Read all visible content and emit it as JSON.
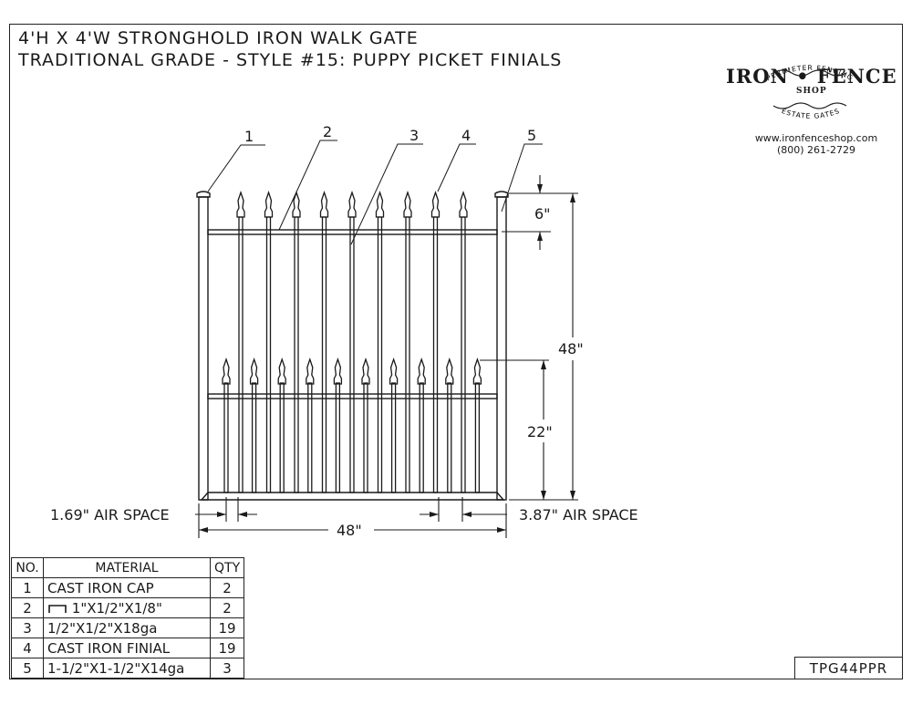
{
  "title": {
    "line1": "4'H X 4'W STRONGHOLD IRON WALK GATE",
    "line2": "TRADITIONAL GRADE - STYLE #15: PUPPY PICKET FINIALS"
  },
  "logo": {
    "arc_top": "PERIMETER FENCING",
    "main": "IRON • FENCE",
    "sub": "SHOP",
    "arc_bottom": "ESTATE GATES"
  },
  "contact": {
    "website": "www.ironfenceshop.com",
    "phone": "(800) 261-2729"
  },
  "callouts": [
    "1",
    "2",
    "3",
    "4",
    "5"
  ],
  "dimensions": {
    "top_spacing": "6\"",
    "height": "48\"",
    "puppy_height": "22\"",
    "width": "48\"",
    "left_air": "1.69\" AIR SPACE",
    "right_air": "3.87\" AIR SPACE"
  },
  "drawing": {
    "tall_pickets": 9,
    "puppy_pickets": 10
  },
  "bom": {
    "headers": {
      "no": "NO.",
      "material": "MATERIAL",
      "qty": "QTY"
    },
    "rows": [
      {
        "no": "1",
        "material": "CAST IRON CAP",
        "qty": "2"
      },
      {
        "no": "2",
        "material": "1\"X1/2\"X1/8\"",
        "qty": "2",
        "icon": "channel-icon"
      },
      {
        "no": "3",
        "material": "1/2\"X1/2\"X18ga",
        "qty": "19"
      },
      {
        "no": "4",
        "material": "CAST IRON FINIAL",
        "qty": "19"
      },
      {
        "no": "5",
        "material": "1-1/2\"X1-1/2\"X14ga",
        "qty": "3"
      }
    ]
  },
  "part_number": "TPG44PPR"
}
